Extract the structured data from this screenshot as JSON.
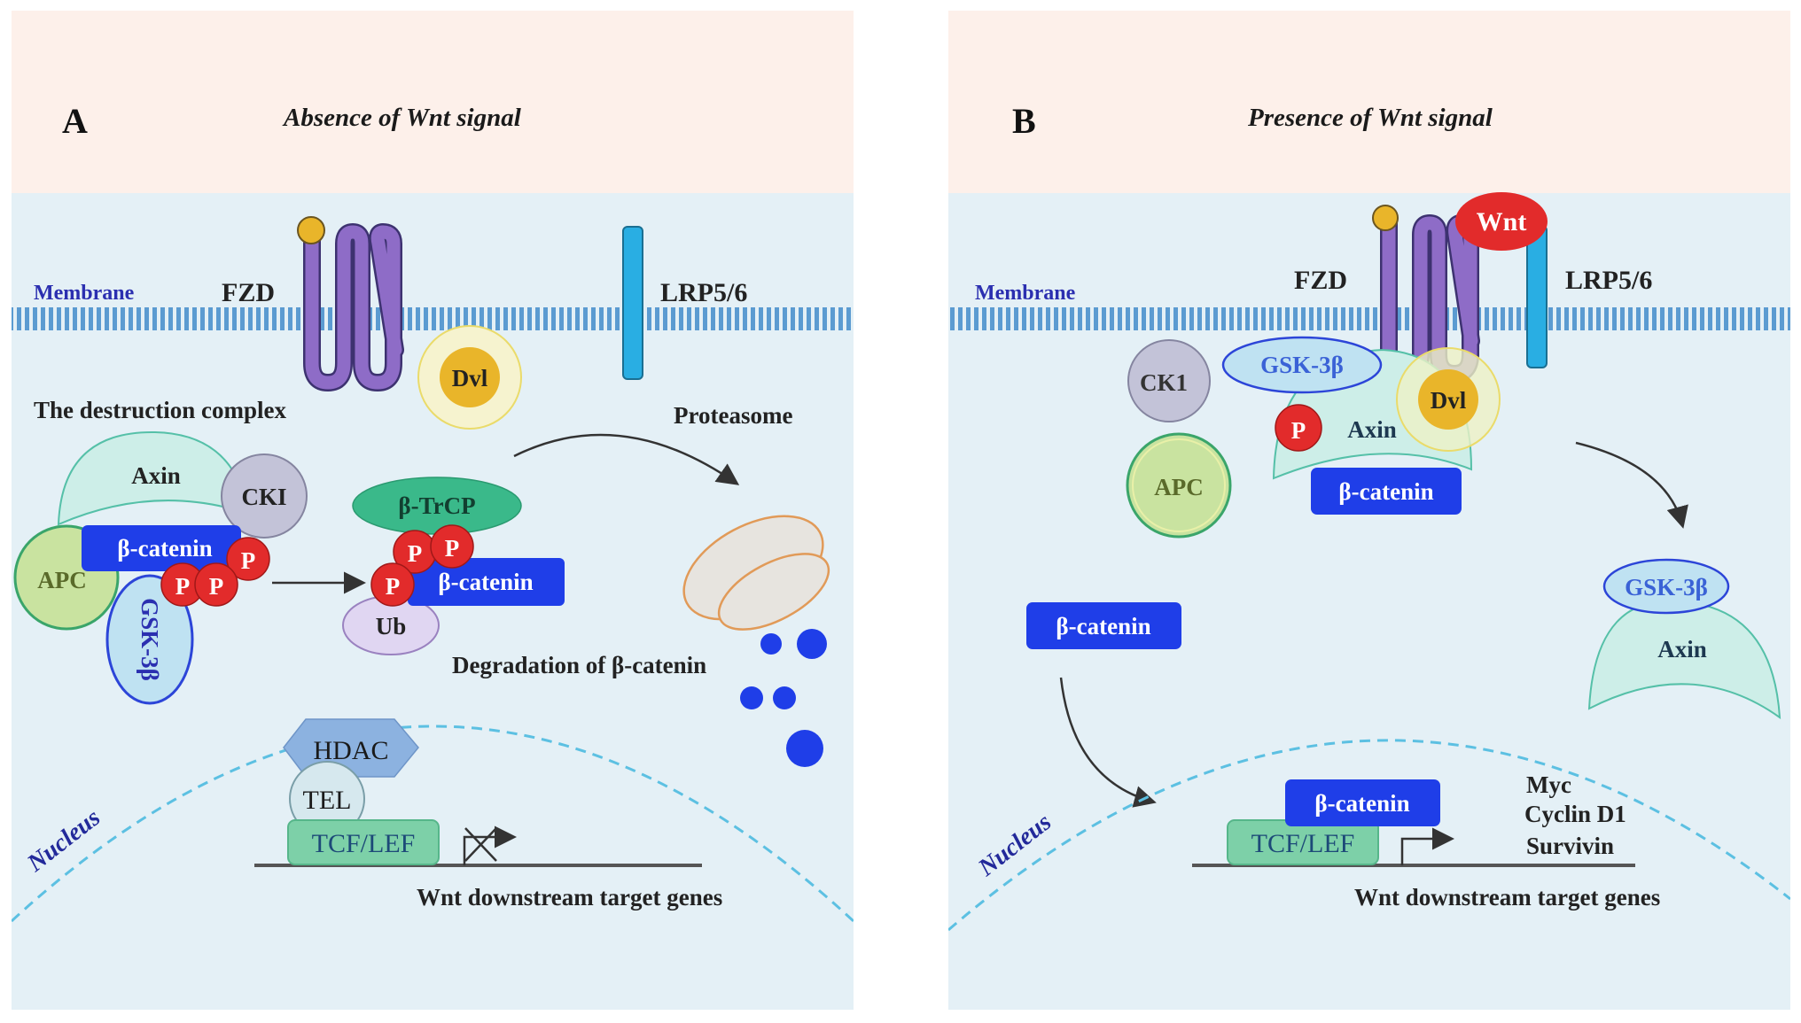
{
  "colors": {
    "extracellular": "#fdf0ea",
    "cytoplasm": "#e4f0f6",
    "membrane_stripe": "#5b9bd1",
    "beta_catenin": "#1f3ee8",
    "phospho": "#e22b2b",
    "fzd": "#8e6cc7",
    "lrp": "#29aee3",
    "nucleus_dash": "#5cc0e2",
    "label_blue": "#2b2fb0"
  },
  "panel_a": {
    "letter": "A",
    "title": "Absence of Wnt signal",
    "membrane_label": "Membrane",
    "fzd_label": "FZD",
    "lrp_label": "LRP5/6",
    "dvl_label": "Dvl",
    "destruction_complex_label": "The destruction complex",
    "axin_label": "Axin",
    "cki_label": "CKI",
    "apc_label": "APC",
    "gsk_label": "GSK-3β",
    "beta_catenin_label": "β-catenin",
    "phospho_label": "P",
    "btrcp_label": "β-TrCP",
    "ub_label": "Ub",
    "beta_catenin_label_2": "β-catenin",
    "proteasome_label": "Proteasome",
    "degradation_label": "Degradation of β-catenin",
    "hdac_label": "HDAC",
    "tel_label": "TEL",
    "tcf_label": "TCF/LEF",
    "nucleus_label": "Nucleus",
    "target_genes_label": "Wnt downstream target genes"
  },
  "panel_b": {
    "letter": "B",
    "title": "Presence of Wnt signal",
    "membrane_label": "Membrane",
    "fzd_label": "FZD",
    "lrp_label": "LRP5/6",
    "wnt_label": "Wnt",
    "ck1_label": "CK1",
    "gsk_label": "GSK-3β",
    "dvl_label": "Dvl",
    "phospho_label": "P",
    "axin_label": "Axin",
    "apc_label": "APC",
    "beta_catenin_label": "β-catenin",
    "beta_catenin_free_label": "β-catenin",
    "beta_catenin_nuclear_label": "β-catenin",
    "gsk_free_label": "GSK-3β",
    "axin_free_label": "Axin",
    "tcf_label": "TCF/LEF",
    "nucleus_label": "Nucleus",
    "genes": [
      "Myc",
      "Cyclin D1",
      "Survivin"
    ],
    "target_genes_label": "Wnt downstream target genes"
  }
}
